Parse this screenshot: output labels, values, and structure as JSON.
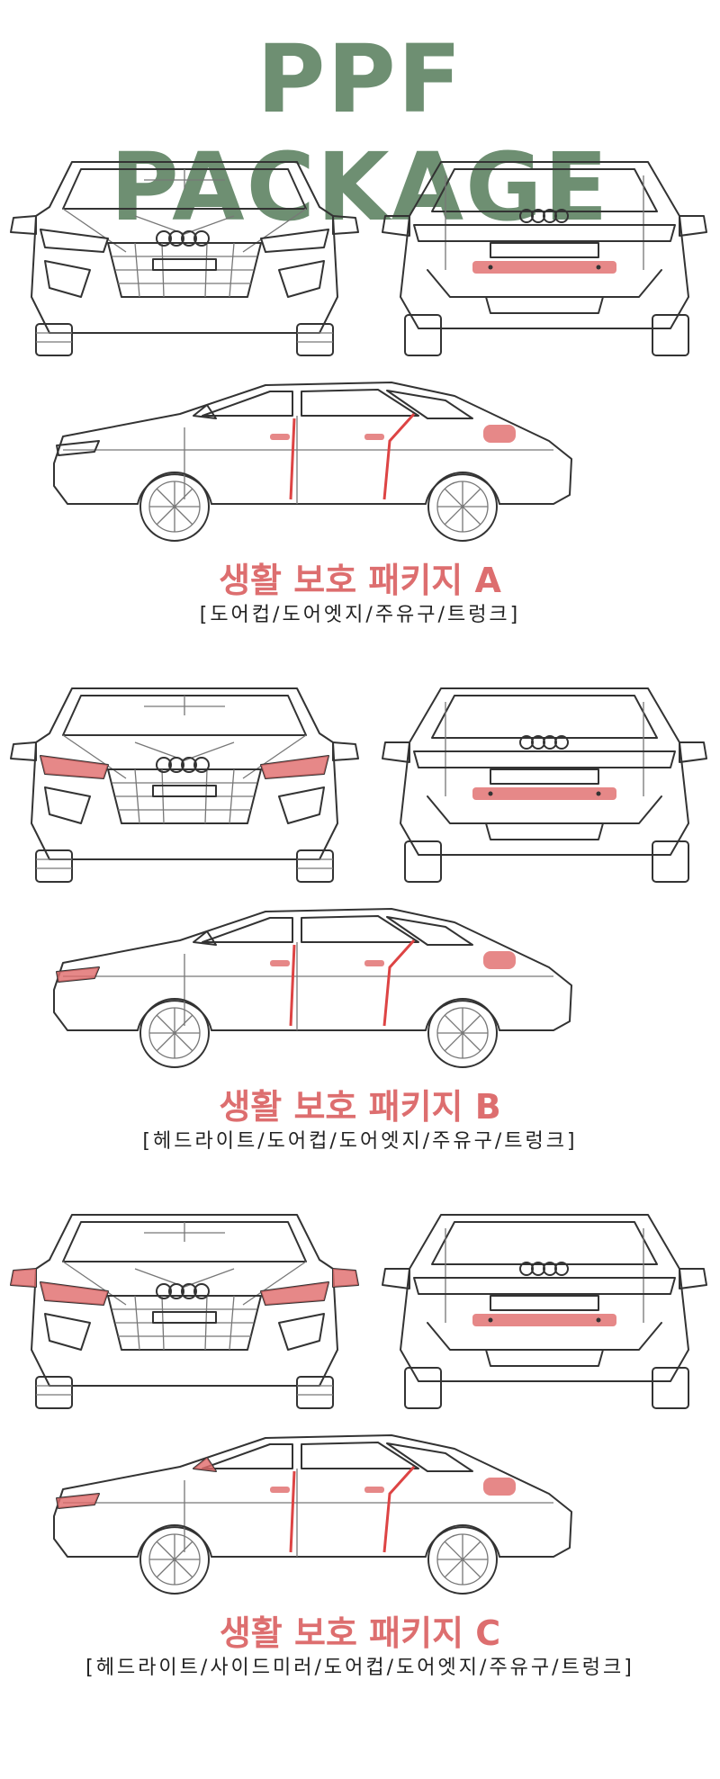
{
  "title": "PPF PACKAGE",
  "colors": {
    "title": "#6e8f72",
    "package_title": "#dd6e6f",
    "ppf_highlight": "#e06a6a"
  },
  "packages": [
    {
      "title": "생활 보호 패키지 A",
      "parts": "[도어컵/도어엣지/주유구/트렁크]",
      "headlight": false,
      "mirror": false
    },
    {
      "title": "생활 보호 패키지 B",
      "parts": "[헤드라이트/도어컵/도어엣지/주유구/트렁크]",
      "headlight": true,
      "mirror": false
    },
    {
      "title": "생활 보호 패키지 C",
      "parts": "[헤드라이트/사이드미러/도어컵/도어엣지/주유구/트렁크]",
      "headlight": true,
      "mirror": true
    }
  ]
}
